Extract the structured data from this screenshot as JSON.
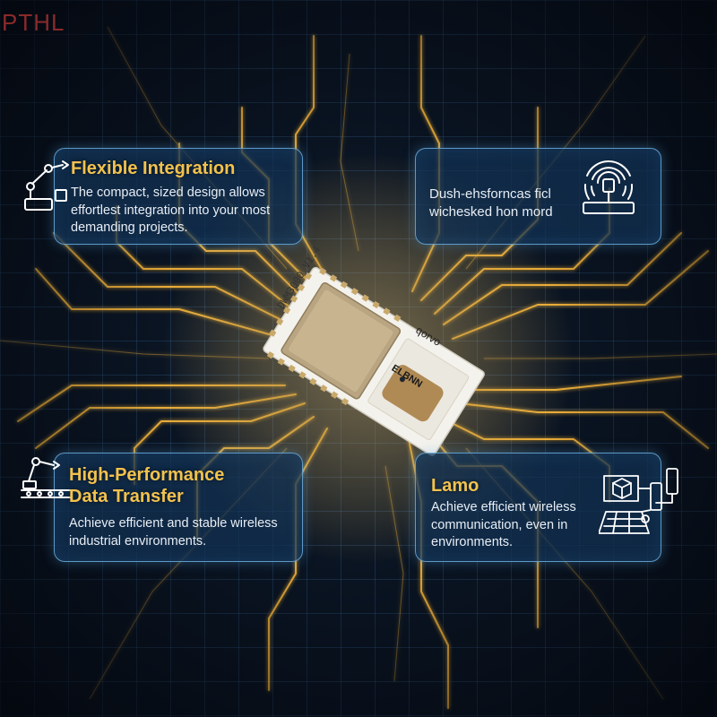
{
  "brand": {
    "text": "PTHL"
  },
  "cards": {
    "top_left": {
      "title": "Flexible Integration",
      "body": "The compact, sized design allows effortlest integration into your most demanding projects.",
      "icon": "robot-arm-icon"
    },
    "top_right": {
      "title": "",
      "body": "Dush-ehsforncas ficl wichesked hon mord",
      "icon": "wireless-antenna-icon"
    },
    "bottom_left": {
      "title": "High-Performance Data Transfer",
      "body": "Achieve efficient and stable wireless industrial environments.",
      "icon": "robot-arm-conveyor-icon"
    },
    "bottom_right": {
      "title": "Lamo",
      "body": "Achieve efficient wireless communication, even in environments.",
      "icon": "connected-devices-icon"
    }
  },
  "module": {
    "silkscreen": "DWM3000 V1.4",
    "logo": "qorvo",
    "antenna_text": "ELBNN"
  },
  "colors": {
    "background": "#0a1422",
    "grid": "#3c6ea0",
    "card_border": "#78bef0",
    "title_gold": "#f2c24e",
    "trace_gold": "#f5b53a"
  }
}
